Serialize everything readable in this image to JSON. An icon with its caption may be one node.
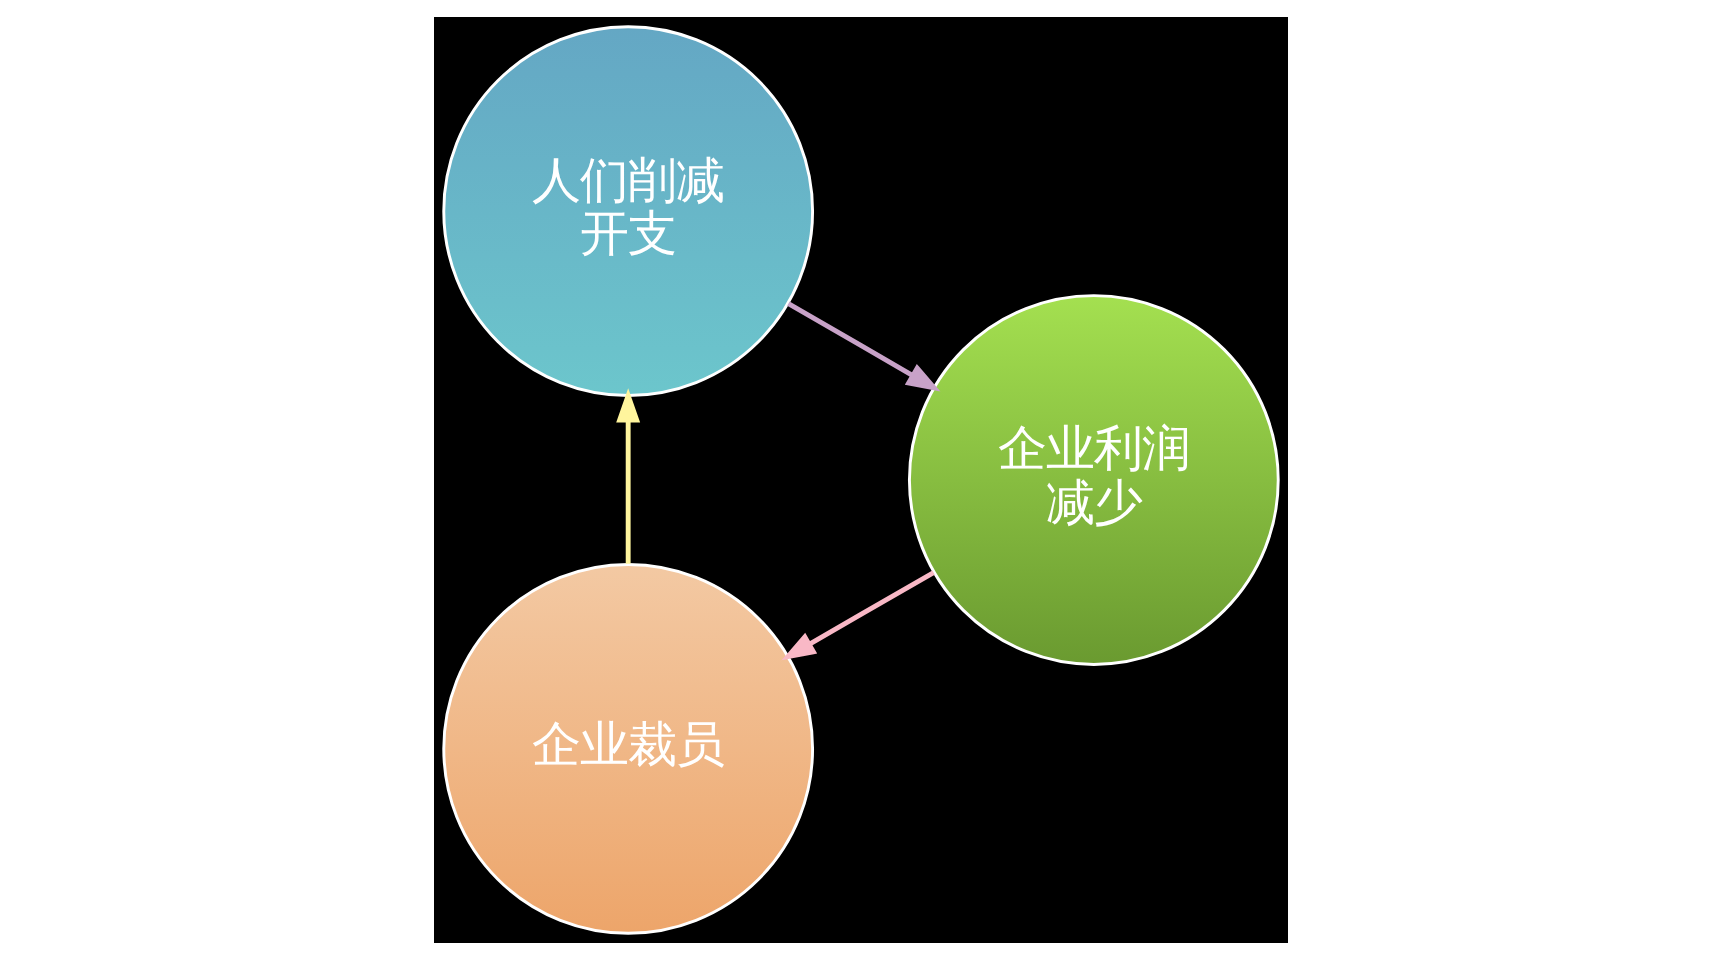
{
  "diagram": {
    "nodes": [
      {
        "text": [
          "企业裁员"
        ]
      },
      {
        "text": [
          "人们削减开支"
        ]
      },
      {
        "text": [
          "企业利润减少"
        ]
      }
    ],
    "edges": [
      {
        "from": 0,
        "to": 1,
        "arrow": "to",
        "color": "#fff59d"
      },
      {
        "from": 1,
        "to": 2,
        "arrow": "to",
        "color": "#c8a2c8"
      },
      {
        "from": 2,
        "to": 0,
        "arrow": "to",
        "color": "#f9b8c6"
      }
    ]
  }
}
